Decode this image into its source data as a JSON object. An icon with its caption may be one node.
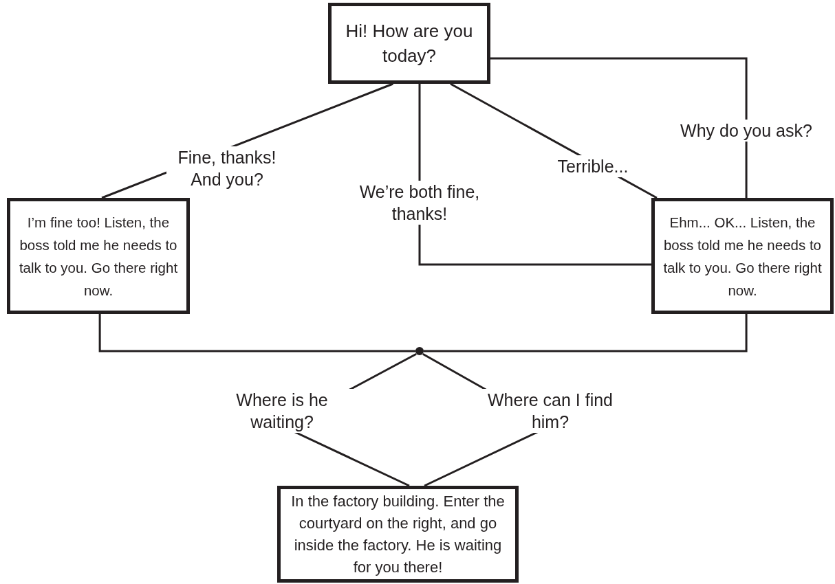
{
  "diagram": {
    "nodes": [
      {
        "text": [
          "Hi! How are you today?"
        ]
      },
      {
        "text": [
          "I’m fine too! Listen, the boss told me he needs to talk to you. Go there right now."
        ]
      },
      {
        "text": [
          "Ehm... OK... Listen, the boss told me he needs to talk to you. Go there right now."
        ]
      },
      {
        "text": [],
        "shape": "circle"
      },
      {
        "text": [
          "In the factory building. Enter the courtyard on the right, and go inside the factory. He is waiting for you there!"
        ]
      }
    ],
    "edges": [
      {
        "from": 0,
        "to": 1,
        "arrow": "none",
        "label": "Fine, thanks! And you?"
      },
      {
        "from": 0,
        "to": 2,
        "arrow": "none",
        "label": "We’re both fine, thanks!"
      },
      {
        "from": 0,
        "to": 2,
        "arrow": "none",
        "label": "Terrible..."
      },
      {
        "from": 0,
        "to": 2,
        "arrow": "none",
        "label": "Why do you ask?"
      },
      {
        "from": 1,
        "to": 3,
        "arrow": "none"
      },
      {
        "from": 2,
        "to": 3,
        "arrow": "none"
      },
      {
        "from": 3,
        "to": 4,
        "arrow": "none",
        "label": "Where is he waiting?"
      },
      {
        "from": 3,
        "to": 4,
        "arrow": "none",
        "label": "Where can I find him?"
      }
    ]
  }
}
